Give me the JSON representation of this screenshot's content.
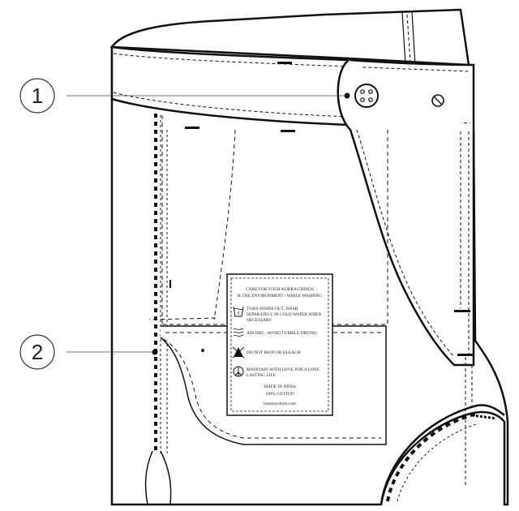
{
  "callouts": [
    {
      "number": "1"
    },
    {
      "number": "2"
    }
  ],
  "care_label": {
    "heading_line1": "CARE FOR YOUR KORRA CHINOS",
    "heading_line2": "& THE ENVIRONMENT / WHILE WASHING",
    "instructions": [
      {
        "icon": "wash-icon",
        "lines": [
          "TURN INSIDE OUT, WASH",
          "SEPARATELY IN COLD WATER WHEN",
          "NECESSARY"
        ]
      },
      {
        "icon": "air-dry-icon",
        "lines": [
          "AIR DRY . AVOID TUMBLE DRYING"
        ]
      },
      {
        "icon": "no-iron-icon",
        "lines": [
          "DO NOT IRON OR BLEACH"
        ]
      },
      {
        "icon": "peace-icon",
        "lines": [
          "MAINTAIN WITH LOVE FOR A LONG",
          "LASTING LIFE"
        ]
      }
    ],
    "made_in": "MADE IN INDIA",
    "material": "100% COTTON",
    "website": "bombayshirts.com"
  }
}
